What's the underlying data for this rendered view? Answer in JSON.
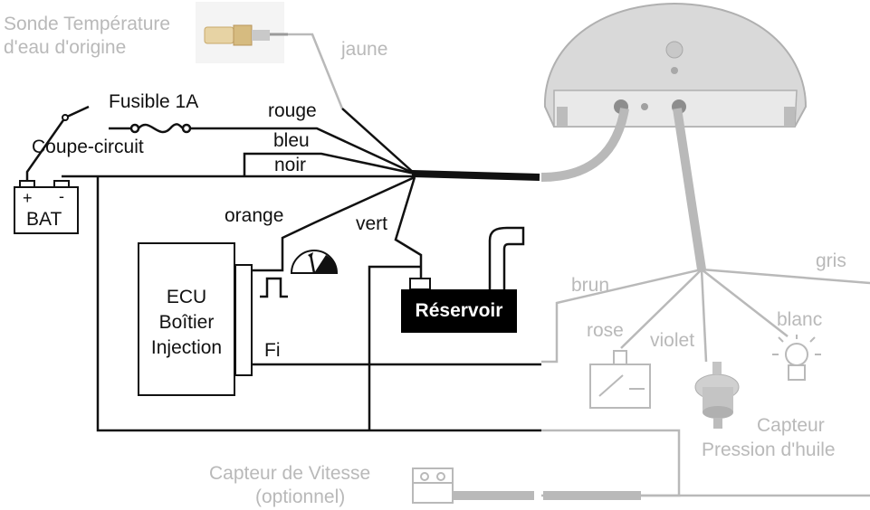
{
  "labels": {
    "sonde_line1": "Sonde Température",
    "sonde_line2": "d'eau d'origine",
    "jaune": "jaune",
    "fusible": "Fusible 1A",
    "rouge": "rouge",
    "coupe_circuit": "Coupe-circuit",
    "bleu": "bleu",
    "noir": "noir",
    "bat_plus": "+",
    "bat_minus": "-",
    "bat": "BAT",
    "orange": "orange",
    "vert": "vert",
    "ecu_line1": "ECU",
    "ecu_line2": "Boîtier",
    "ecu_line3": "Injection",
    "fi": "Fi",
    "reservoir": "Réservoir",
    "gris": "gris",
    "brun": "brun",
    "rose": "rose",
    "violet": "violet",
    "blanc": "blanc",
    "capteur_pression_line1": "Capteur",
    "capteur_pression_line2": "Pression d'huile",
    "capteur_vitesse_line1": "Capteur de Vitesse",
    "capteur_vitesse_line2": "(optionnel)"
  },
  "colors": {
    "active_wire": "#111111",
    "inactive_wire": "#b9b9b9",
    "reservoir_fill": "#000000",
    "gauge_body": "#d8d8d8"
  },
  "icons": [
    "temperature-probe-icon",
    "fuse-icon",
    "switch-icon",
    "gauge-icon",
    "pulse-icon",
    "relay-icon",
    "lamp-icon",
    "pressure-sensor-icon",
    "speed-sensor-icon"
  ]
}
